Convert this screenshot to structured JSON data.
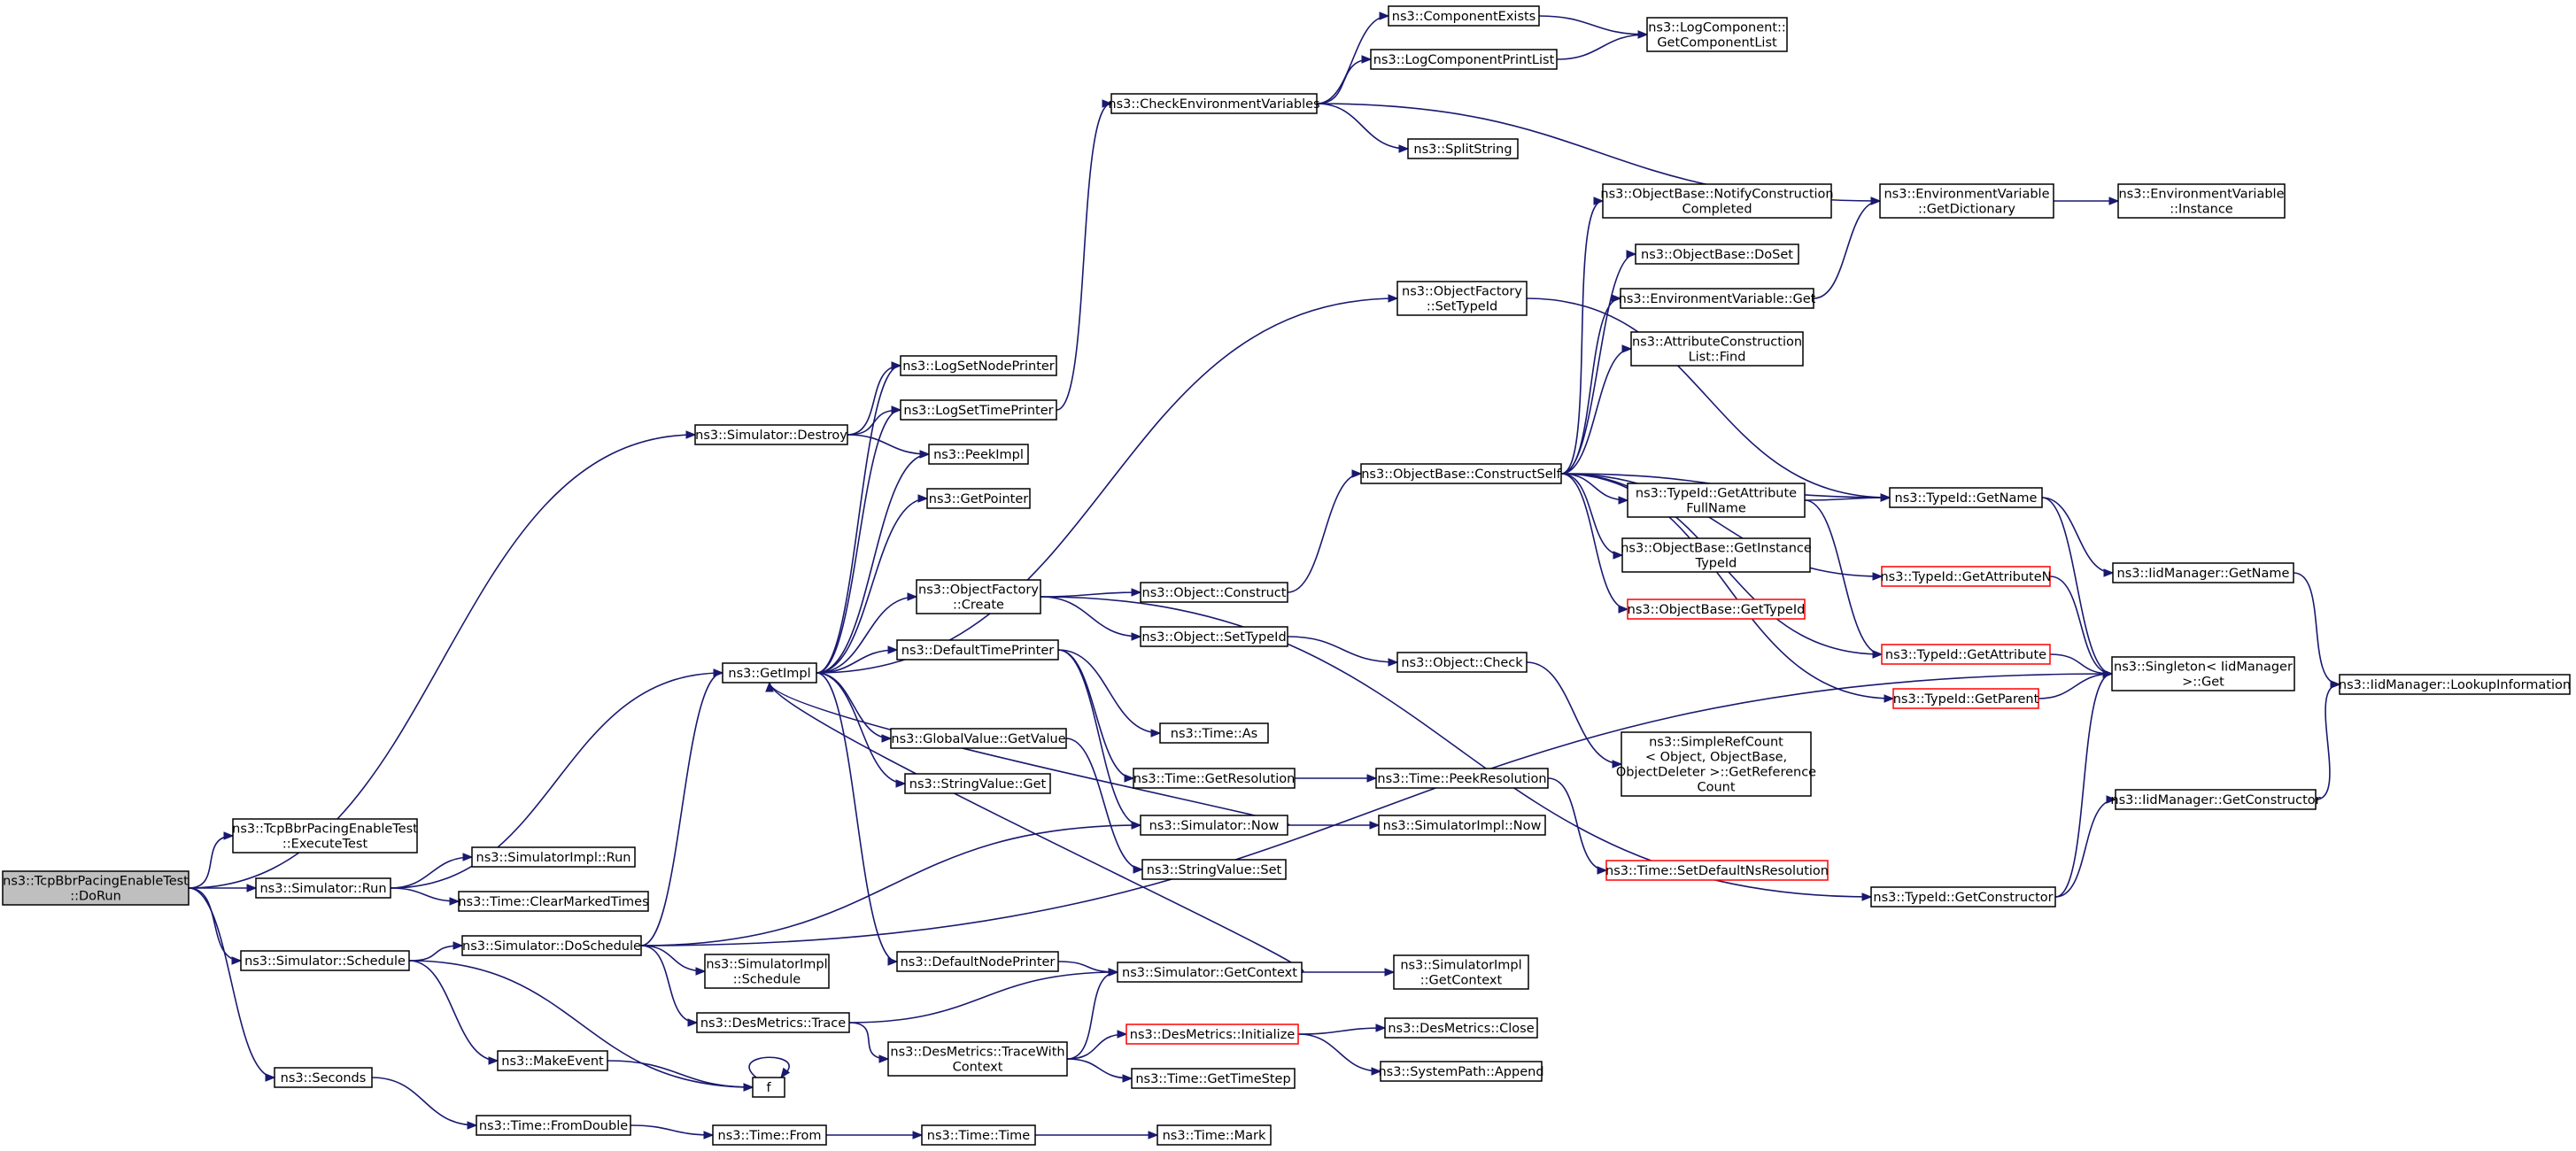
{
  "colors": {
    "edge": "#191970",
    "node_border": "#000000",
    "root_fill": "#bfbfbf",
    "highlight_border": "#ff0000"
  },
  "nodes": [
    {
      "id": "dorun",
      "lines": [
        "ns3::TcpBbrPacingEnableTest",
        "::DoRun"
      ]
    },
    {
      "id": "executetest",
      "lines": [
        "ns3::TcpBbrPacingEnableTest",
        "::ExecuteTest"
      ]
    },
    {
      "id": "sim_run",
      "lines": [
        "ns3::Simulator::Run"
      ]
    },
    {
      "id": "sim_schedule",
      "lines": [
        "ns3::Simulator::Schedule"
      ]
    },
    {
      "id": "seconds",
      "lines": [
        "ns3::Seconds"
      ]
    },
    {
      "id": "sim_destroy",
      "lines": [
        "ns3::Simulator::Destroy"
      ]
    },
    {
      "id": "getimpl",
      "lines": [
        "ns3::GetImpl"
      ]
    },
    {
      "id": "simimpl_run",
      "lines": [
        "ns3::SimulatorImpl::Run"
      ]
    },
    {
      "id": "clearmarked",
      "lines": [
        "ns3::Time::ClearMarkedTimes"
      ]
    },
    {
      "id": "doschedule",
      "lines": [
        "ns3::Simulator::DoSchedule"
      ]
    },
    {
      "id": "makeevent",
      "lines": [
        "ns3::MakeEvent"
      ]
    },
    {
      "id": "f",
      "lines": [
        "f"
      ]
    },
    {
      "id": "fromdouble",
      "lines": [
        "ns3::Time::FromDouble"
      ]
    },
    {
      "id": "simimpl_schedule",
      "lines": [
        "ns3::SimulatorImpl",
        "::Schedule"
      ]
    },
    {
      "id": "desmetrics_trace",
      "lines": [
        "ns3::DesMetrics::Trace"
      ]
    },
    {
      "id": "time_from",
      "lines": [
        "ns3::Time::From"
      ]
    },
    {
      "id": "time_time",
      "lines": [
        "ns3::Time::Time"
      ]
    },
    {
      "id": "time_mark",
      "lines": [
        "ns3::Time::Mark"
      ]
    },
    {
      "id": "logsetnode",
      "lines": [
        "ns3::LogSetNodePrinter"
      ]
    },
    {
      "id": "logsettime",
      "lines": [
        "ns3::LogSetTimePrinter"
      ]
    },
    {
      "id": "peekimpl",
      "lines": [
        "ns3::PeekImpl"
      ]
    },
    {
      "id": "getpointer",
      "lines": [
        "ns3::GetPointer"
      ]
    },
    {
      "id": "of_create",
      "lines": [
        "ns3::ObjectFactory",
        "::Create"
      ]
    },
    {
      "id": "defaulttime",
      "lines": [
        "ns3::DefaultTimePrinter"
      ]
    },
    {
      "id": "gv_getvalue",
      "lines": [
        "ns3::GlobalValue::GetValue"
      ]
    },
    {
      "id": "sv_get",
      "lines": [
        "ns3::StringValue::Get"
      ]
    },
    {
      "id": "defaultnode",
      "lines": [
        "ns3::DefaultNodePrinter"
      ]
    },
    {
      "id": "checkenv",
      "lines": [
        "ns3::CheckEnvironmentVariables"
      ]
    },
    {
      "id": "compexists",
      "lines": [
        "ns3::ComponentExists"
      ]
    },
    {
      "id": "logcompprint",
      "lines": [
        "ns3::LogComponentPrintList"
      ]
    },
    {
      "id": "splitstring",
      "lines": [
        "ns3::SplitString"
      ]
    },
    {
      "id": "logcomp_getlist",
      "lines": [
        "ns3::LogComponent::",
        "GetComponentList"
      ]
    },
    {
      "id": "of_settypeid",
      "lines": [
        "ns3::ObjectFactory",
        "::SetTypeId"
      ]
    },
    {
      "id": "obj_construct",
      "lines": [
        "ns3::Object::Construct"
      ]
    },
    {
      "id": "obj_settypeid",
      "lines": [
        "ns3::Object::SetTypeId"
      ]
    },
    {
      "id": "obj_check",
      "lines": [
        "ns3::Object::Check"
      ]
    },
    {
      "id": "time_as",
      "lines": [
        "ns3::Time::As"
      ]
    },
    {
      "id": "time_getres",
      "lines": [
        "ns3::Time::GetResolution"
      ]
    },
    {
      "id": "time_peekres",
      "lines": [
        "ns3::Time::PeekResolution"
      ]
    },
    {
      "id": "sim_now",
      "lines": [
        "ns3::Simulator::Now"
      ]
    },
    {
      "id": "simimpl_now",
      "lines": [
        "ns3::SimulatorImpl::Now"
      ]
    },
    {
      "id": "sv_set",
      "lines": [
        "ns3::StringValue::Set"
      ]
    },
    {
      "id": "sim_getcontext",
      "lines": [
        "ns3::Simulator::GetContext"
      ]
    },
    {
      "id": "simimpl_getcontext",
      "lines": [
        "ns3::SimulatorImpl",
        "::GetContext"
      ]
    },
    {
      "id": "tracewithcontext",
      "lines": [
        "ns3::DesMetrics::TraceWith",
        "Context"
      ]
    },
    {
      "id": "desm_init",
      "lines": [
        "ns3::DesMetrics::Initialize"
      ],
      "red": true
    },
    {
      "id": "desm_close",
      "lines": [
        "ns3::DesMetrics::Close"
      ]
    },
    {
      "id": "syspath_append",
      "lines": [
        "ns3::SystemPath::Append"
      ]
    },
    {
      "id": "time_gettimestep",
      "lines": [
        "ns3::Time::GetTimeStep"
      ]
    },
    {
      "id": "ob_constructself",
      "lines": [
        "ns3::ObjectBase::ConstructSelf"
      ]
    },
    {
      "id": "ob_notify",
      "lines": [
        "ns3::ObjectBase::NotifyConstruction",
        "Completed"
      ]
    },
    {
      "id": "ob_doset",
      "lines": [
        "ns3::ObjectBase::DoSet"
      ]
    },
    {
      "id": "ev_get",
      "lines": [
        "ns3::EnvironmentVariable::Get"
      ]
    },
    {
      "id": "acl_find",
      "lines": [
        "ns3::AttributeConstruction",
        "List::Find"
      ]
    },
    {
      "id": "tid_getattrfull",
      "lines": [
        "ns3::TypeId::GetAttribute",
        "FullName"
      ]
    },
    {
      "id": "ob_getinstance",
      "lines": [
        "ns3::ObjectBase::GetInstance",
        "TypeId"
      ]
    },
    {
      "id": "ob_gettypeid",
      "lines": [
        "ns3::ObjectBase::GetTypeId"
      ],
      "red": true
    },
    {
      "id": "simplerefcount",
      "lines": [
        "ns3::SimpleRefCount",
        "< Object, ObjectBase,",
        "ObjectDeleter >::GetReference",
        "Count"
      ]
    },
    {
      "id": "setdefaultns",
      "lines": [
        "ns3::Time::SetDefaultNsResolution"
      ],
      "red": true
    },
    {
      "id": "ev_getdict",
      "lines": [
        "ns3::EnvironmentVariable",
        "::GetDictionary"
      ]
    },
    {
      "id": "ev_instance",
      "lines": [
        "ns3::EnvironmentVariable",
        "::Instance"
      ]
    },
    {
      "id": "tid_getname",
      "lines": [
        "ns3::TypeId::GetName"
      ]
    },
    {
      "id": "tid_getattrn",
      "lines": [
        "ns3::TypeId::GetAttributeN"
      ],
      "red": true
    },
    {
      "id": "tid_getattr",
      "lines": [
        "ns3::TypeId::GetAttribute"
      ],
      "red": true
    },
    {
      "id": "tid_getparent",
      "lines": [
        "ns3::TypeId::GetParent"
      ],
      "red": true
    },
    {
      "id": "tid_getconstructor",
      "lines": [
        "ns3::TypeId::GetConstructor"
      ]
    },
    {
      "id": "iidm_getname",
      "lines": [
        "ns3::IidManager::GetName"
      ]
    },
    {
      "id": "singleton_get",
      "lines": [
        "ns3::Singleton< IidManager",
        ">::Get"
      ]
    },
    {
      "id": "iidm_getconstructor",
      "lines": [
        "ns3::IidManager::GetConstructor"
      ]
    },
    {
      "id": "iidm_lookup",
      "lines": [
        "ns3::IidManager::LookupInformation"
      ]
    }
  ]
}
